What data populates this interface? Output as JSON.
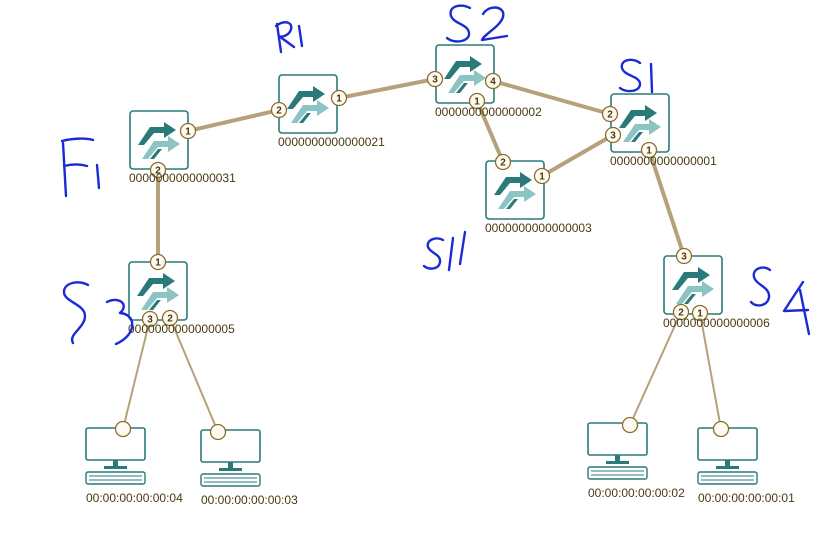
{
  "colors": {
    "link": "#b5a27b",
    "device": "#2a7a7a",
    "device_light": "#8cc3c3",
    "port_fill": "#fffbf0",
    "port_stroke": "#8a6d2c",
    "text": "#4a3a10",
    "ink": "#1a2bd6"
  },
  "switches": [
    {
      "id": "s31",
      "dpid": "0000000000000031"
    },
    {
      "id": "s21",
      "dpid": "0000000000000021"
    },
    {
      "id": "s2",
      "dpid": "0000000000000002"
    },
    {
      "id": "s1",
      "dpid": "0000000000000001"
    },
    {
      "id": "s3",
      "dpid": "0000000000000003"
    },
    {
      "id": "s5",
      "dpid": "0000000000000005"
    },
    {
      "id": "s6",
      "dpid": "0000000000000006"
    }
  ],
  "hosts": [
    {
      "id": "h4",
      "mac": "00:00:00:00:00:04"
    },
    {
      "id": "h3",
      "mac": "00:00:00:00:00:03"
    },
    {
      "id": "h2",
      "mac": "00:00:00:00:00:02"
    },
    {
      "id": "h1",
      "mac": "00:00:00:00:00:01"
    }
  ],
  "links": [
    {
      "a": "s31",
      "a_port": "1",
      "b": "s21",
      "b_port": "2"
    },
    {
      "a": "s21",
      "a_port": "1",
      "b": "s2",
      "b_port": "3"
    },
    {
      "a": "s2",
      "a_port": "4",
      "b": "s1",
      "b_port": "2"
    },
    {
      "a": "s2",
      "a_port": "1",
      "b": "s3",
      "b_port": "2"
    },
    {
      "a": "s3",
      "a_port": "1",
      "b": "s1",
      "b_port": "3"
    },
    {
      "a": "s1",
      "a_port": "1",
      "b": "s6",
      "b_port": "3"
    },
    {
      "a": "s31",
      "a_port": "2",
      "b": "s5",
      "b_port": "1"
    },
    {
      "a": "s5",
      "a_port": "3",
      "b": "h4",
      "b_port": ""
    },
    {
      "a": "s5",
      "a_port": "2",
      "b": "h3",
      "b_port": ""
    },
    {
      "a": "s6",
      "a_port": "2",
      "b": "h2",
      "b_port": ""
    },
    {
      "a": "s6",
      "a_port": "1",
      "b": "h1",
      "b_port": ""
    }
  ],
  "annotations": [
    {
      "id": "ann-r1",
      "text": "R1"
    },
    {
      "id": "ann-s2",
      "text": "S2"
    },
    {
      "id": "ann-s1",
      "text": "S1"
    },
    {
      "id": "ann-f1",
      "text": "F1"
    },
    {
      "id": "ann-s11",
      "text": "S11"
    },
    {
      "id": "ann-s3",
      "text": "S3"
    },
    {
      "id": "ann-s4",
      "text": "S4"
    }
  ]
}
